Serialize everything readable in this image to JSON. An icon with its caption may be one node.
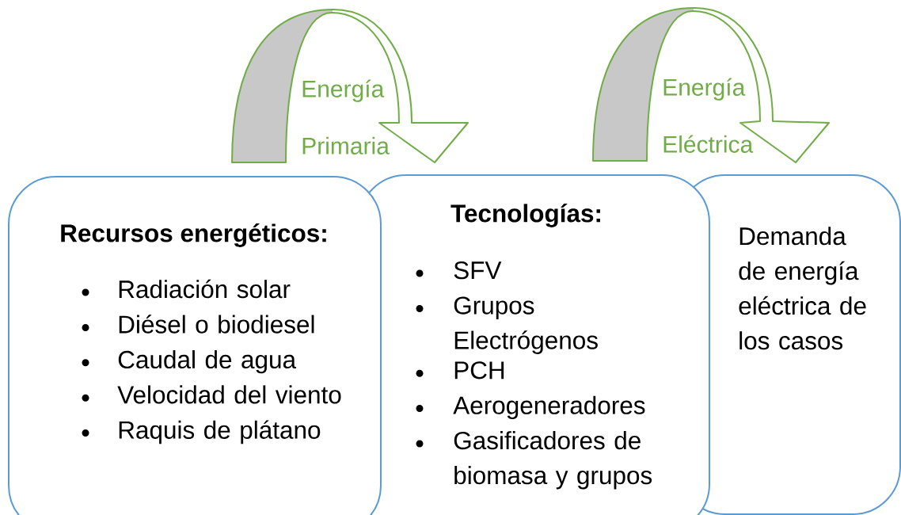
{
  "diagram": {
    "nodes": [
      {
        "text": [
          "Recursos energéticos:",
          "Radiación solar",
          "Diésel o biodiesel",
          "Caudal de agua",
          "Velocidad del viento",
          "Raquis de plátano"
        ]
      },
      {
        "text": [
          "Tecnologías:",
          "SFV",
          "Grupos Electrógenos",
          "PCH",
          "Aerogeneradores",
          "Gasificadores de biomasa y grupos"
        ]
      },
      {
        "text": [
          "Demanda de energía eléctrica de los casos"
        ]
      }
    ],
    "edges": [
      {
        "from": 0,
        "to": 1,
        "arrow": "to",
        "label": "Energía Primaria"
      },
      {
        "from": 1,
        "to": 2,
        "arrow": "to",
        "label": "Energía Eléctrica"
      }
    ]
  }
}
